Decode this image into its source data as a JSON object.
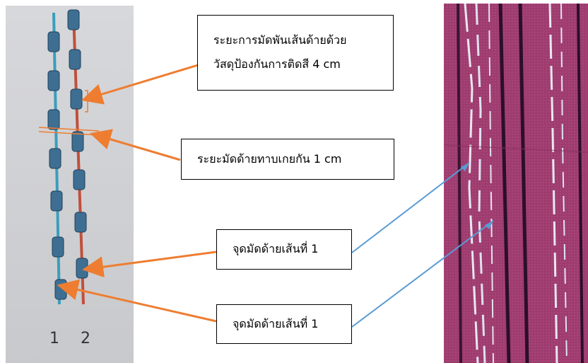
{
  "labels": {
    "box1_line1": "ระยะการมัดพันเส้นด้ายด้วย",
    "box1_line2": "วัสดุป้องกันการติดสี 4 cm",
    "box2": "ระยะมัดด้ายทาบเกยกัน 1 cm",
    "box3": "จุดมัดด้ายเส้นที่ 1",
    "box4": "จุดมัดด้ายเส้นที่ 1"
  },
  "strand_numbers": [
    "1",
    "2"
  ],
  "colors": {
    "strand1": "#3b9dbd",
    "strand2": "#c0503c",
    "bead": "#3e6f93",
    "arrow_orange": "#ee7d31",
    "arrow_blue": "#5b9bd5",
    "fabric": "#9e3c6f"
  }
}
